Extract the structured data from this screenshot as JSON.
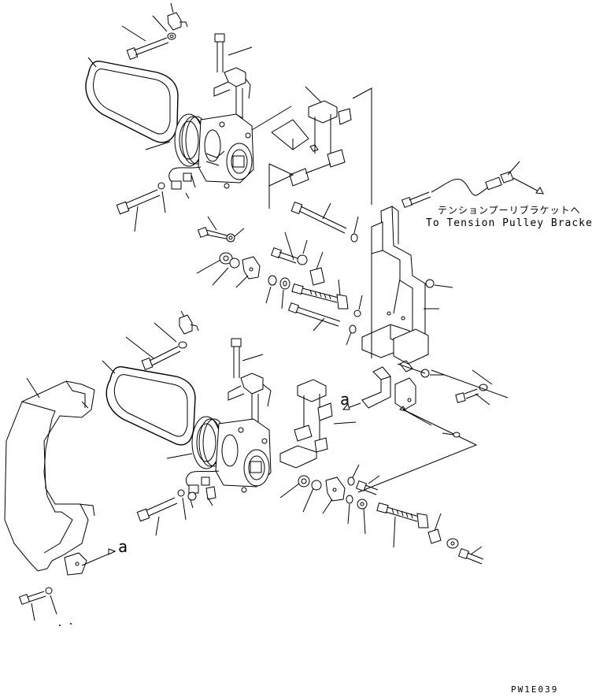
{
  "diagram": {
    "note_jp": "テンションプーリブラケットへ",
    "note_en": "To Tension Pulley Bracket",
    "view_mark_upper": "a",
    "view_mark_lower": "a",
    "drawing_code": "PW1E039"
  }
}
